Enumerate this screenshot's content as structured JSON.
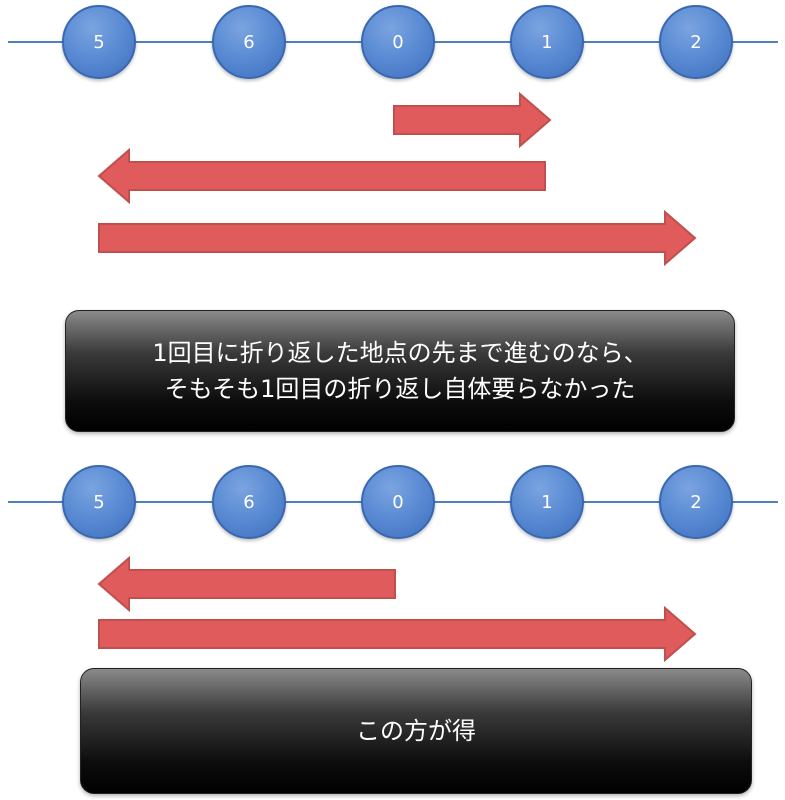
{
  "colors": {
    "line": "#4f81bd",
    "node": "#5b8cd4",
    "arrow": "#e05b5b",
    "banner": "#111111"
  },
  "top": {
    "nodes": [
      "5",
      "6",
      "0",
      "1",
      "2"
    ],
    "arrows": [
      {
        "direction": "right",
        "from_node": "0",
        "to_node": "1"
      },
      {
        "direction": "left",
        "from_node": "1",
        "to_node": "5"
      },
      {
        "direction": "right",
        "from_node": "5",
        "to_node": "2"
      }
    ],
    "caption_line1": "1回目に折り返した地点の先まで進むのなら、",
    "caption_line2": "そもそも1回目の折り返し自体要らなかった"
  },
  "bottom": {
    "nodes": [
      "5",
      "6",
      "0",
      "1",
      "2"
    ],
    "arrows": [
      {
        "direction": "left",
        "from_node": "0",
        "to_node": "5"
      },
      {
        "direction": "right",
        "from_node": "5",
        "to_node": "2"
      }
    ],
    "caption": "この方が得"
  }
}
